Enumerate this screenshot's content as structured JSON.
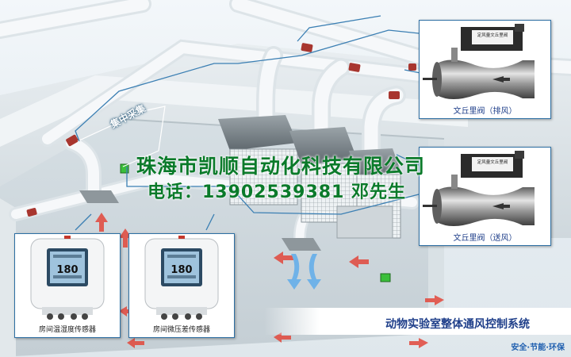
{
  "sensors": [
    {
      "reading": "180",
      "caption": "房间温湿度传感器"
    },
    {
      "reading": "180",
      "caption": "房间微压差传感器"
    }
  ],
  "valves": [
    {
      "device_label": "定风量文丘里阀",
      "caption": "文丘里阀（排风）"
    },
    {
      "device_label": "定风量文丘里阀",
      "caption": "文丘里阀（送风）"
    }
  ],
  "collection_label": "集中采集",
  "watermark": {
    "company": "珠海市凯顺自动化科技有限公司",
    "contact": "电话：13902539381 邓先生"
  },
  "system_title": "动物实验室整体通风控制系统",
  "slogan": "安全·节能·环保",
  "colors": {
    "pipe": "#f4f7fa",
    "pipe_band": "#a8362f",
    "line": "#3b7fb3",
    "caption": "#1f3f8a",
    "watermark": "#0a7a2a",
    "arrow_red": "#e2473b",
    "arrow_blue": "#6fb2e8"
  }
}
